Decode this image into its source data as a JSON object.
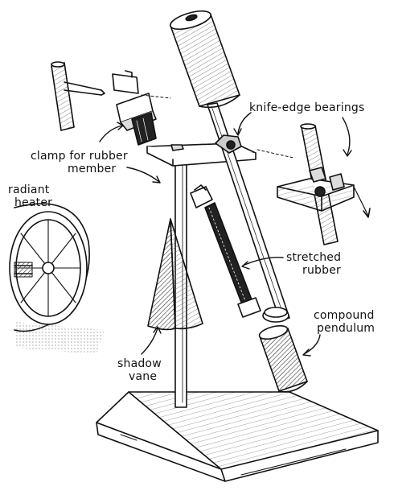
{
  "labels": {
    "clamp_line1": "clamp for rubber",
    "clamp_line2": "member",
    "knife_edge": "knife-edge bearings",
    "radiant_line1": "radiant",
    "radiant_line2": "heater",
    "stretched_line1": "stretched",
    "stretched_line2": "rubber",
    "compound_line1": "compound",
    "compound_line2": "pendulum",
    "shadow_line1": "shadow",
    "shadow_line2": "vane"
  },
  "colors": {
    "ink": "#111111",
    "paper": "#ffffff",
    "shade": "#555555"
  }
}
